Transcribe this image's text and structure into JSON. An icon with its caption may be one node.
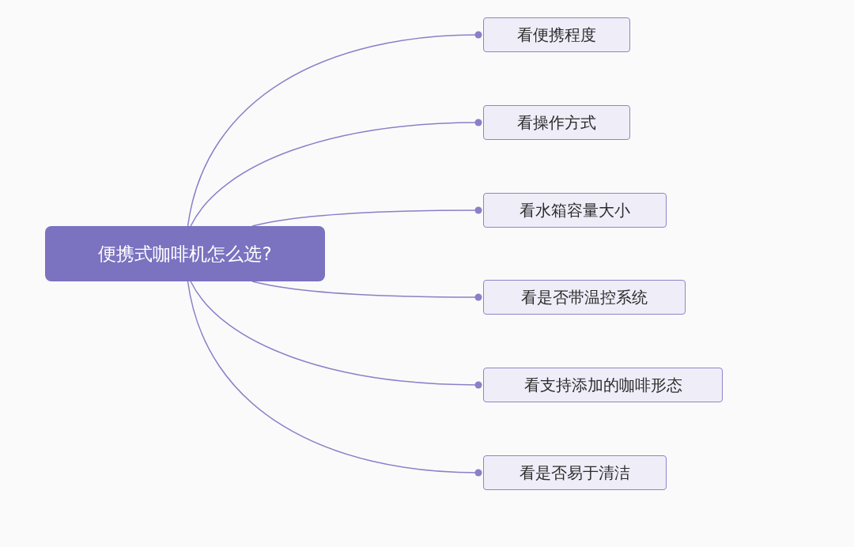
{
  "diagram": {
    "nodes": [
      {
        "text": [
          "便携式咖啡机怎么选?"
        ]
      },
      {
        "text": [
          "看便携程度"
        ]
      },
      {
        "text": [
          "看操作方式"
        ]
      },
      {
        "text": [
          "看水箱容量大小"
        ]
      },
      {
        "text": [
          "看是否带温控系统"
        ]
      },
      {
        "text": [
          "看支持添加的咖啡形态"
        ]
      },
      {
        "text": [
          "看是否易于清洁"
        ]
      }
    ],
    "edges": [
      {
        "from": 0,
        "to": 1,
        "arrow": "other"
      },
      {
        "from": 0,
        "to": 2,
        "arrow": "other"
      },
      {
        "from": 0,
        "to": 3,
        "arrow": "other"
      },
      {
        "from": 0,
        "to": 4,
        "arrow": "other"
      },
      {
        "from": 0,
        "to": 5,
        "arrow": "other"
      },
      {
        "from": 0,
        "to": 6,
        "arrow": "other"
      }
    ]
  }
}
